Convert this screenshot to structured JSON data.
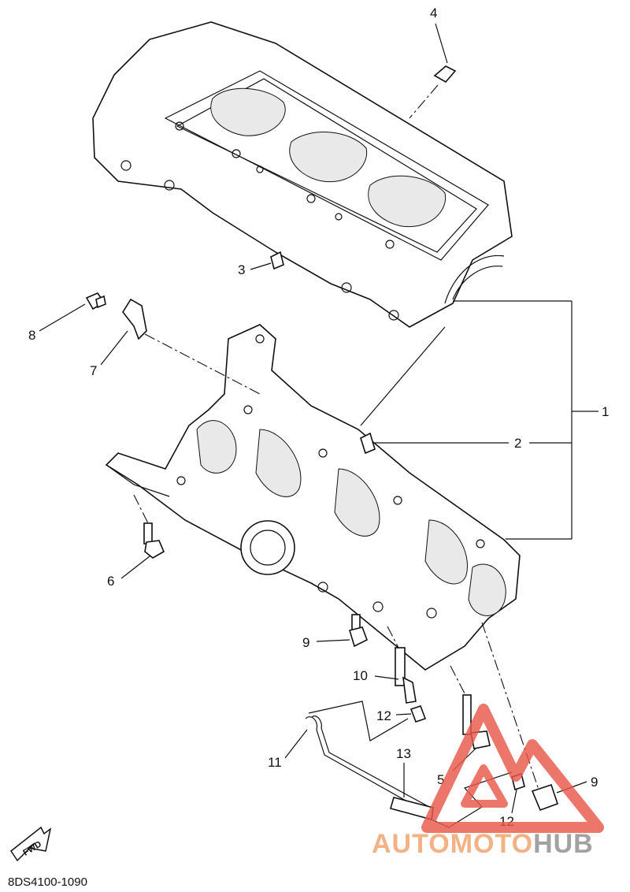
{
  "diagram": {
    "callouts": [
      "1",
      "2",
      "3",
      "4",
      "5",
      "6",
      "7",
      "8",
      "9",
      "9",
      "10",
      "11",
      "12",
      "12",
      "13"
    ],
    "fwd_label": "FWD",
    "drawing_code": "8DS4100-1090"
  },
  "watermark": {
    "part1": "AUTOMOTO",
    "part2": "HUB",
    "color_primary": "#f1a06a",
    "color_secondary": "#8e8e8e",
    "triangle_color": "#e8584a"
  }
}
